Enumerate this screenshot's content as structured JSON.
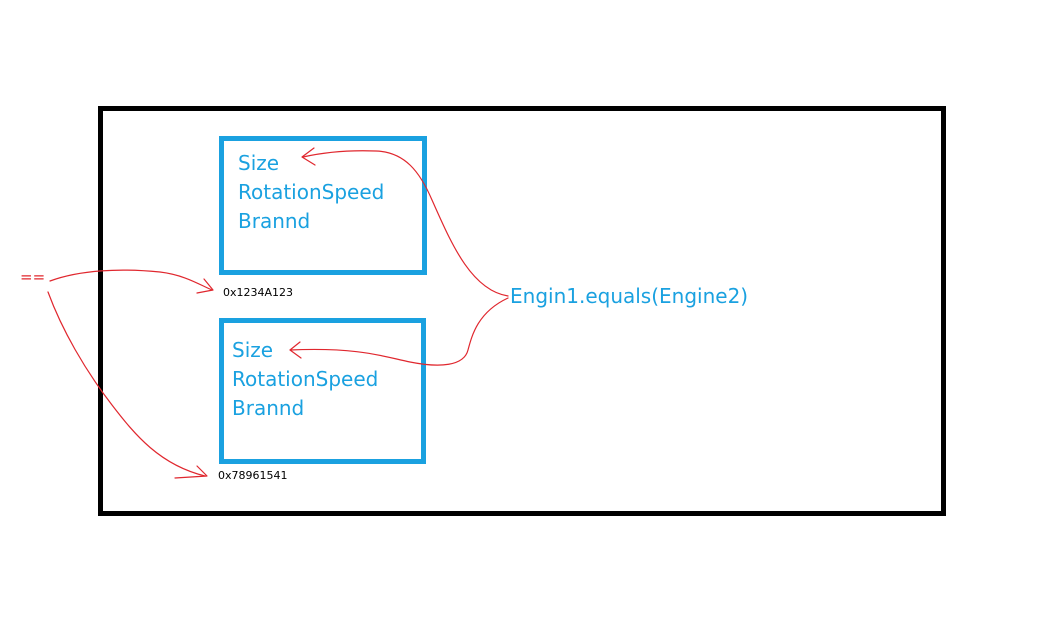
{
  "objects": [
    {
      "fields": [
        "Size",
        "RotationSpeed",
        "Brannd"
      ],
      "address": "0x1234A123"
    },
    {
      "fields": [
        "Size",
        "RotationSpeed",
        "Brannd"
      ],
      "address": "0x78961541"
    }
  ],
  "equals_call": "Engin1.equals(Engine2)",
  "reference_operator": "==",
  "colors": {
    "object_box": "#1aa1e0",
    "text": "#1aa1e0",
    "arrow": "#e0272e",
    "frame": "#000000"
  }
}
